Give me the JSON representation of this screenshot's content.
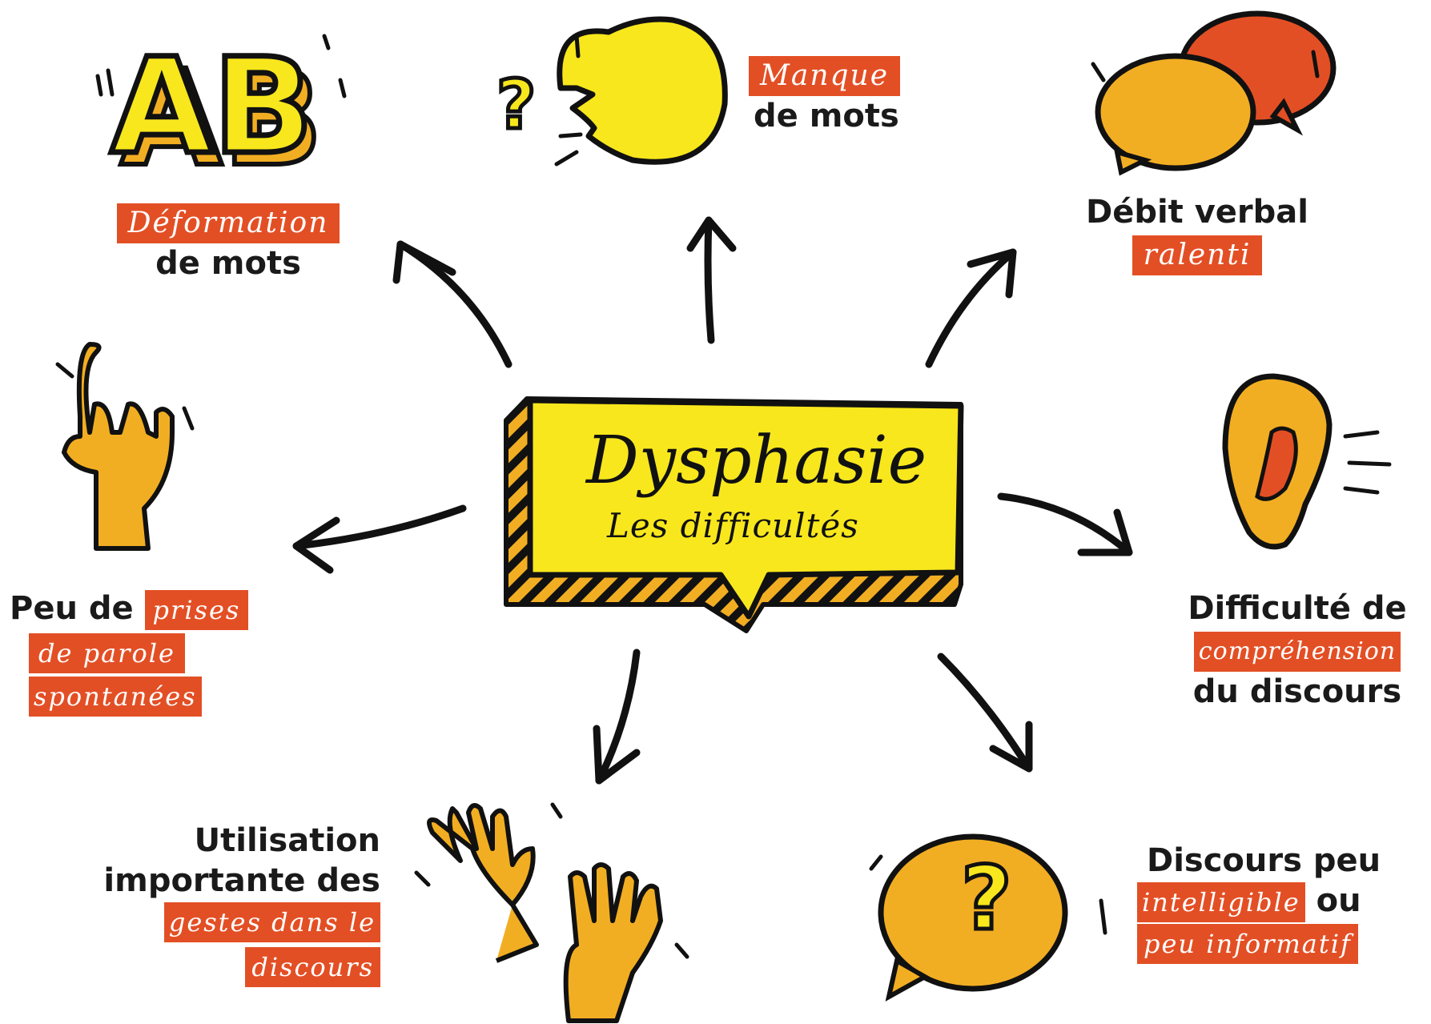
{
  "center": {
    "title": "Dysphasie",
    "subtitle": "Les difficultés"
  },
  "nodes": {
    "deformation": {
      "highlight": "Déformation",
      "text": "de mots"
    },
    "manque": {
      "highlight": "Manque",
      "text": "de mots"
    },
    "debit": {
      "text": "Débit verbal",
      "highlight": "ralenti"
    },
    "comprehension": {
      "text1": "Difficulté de",
      "highlight": "compréhension",
      "text2": "du discours"
    },
    "intelligible": {
      "text1": "Discours peu",
      "highlight1": "intelligible",
      "text2": "ou",
      "highlight2": "peu informatif"
    },
    "gestes": {
      "text1": "Utilisation",
      "text2": "importante des",
      "highlight1": "gestes dans le",
      "highlight2": "discours"
    },
    "prises": {
      "text1": "Peu de",
      "highlight1": "prises",
      "highlight2": "de parole",
      "highlight3": "spontanées"
    }
  },
  "icons": {
    "ab": {
      "letters": "AB"
    },
    "question_mark": "?"
  },
  "colors": {
    "yellow": "#f8e71c",
    "orange": "#f2ae22",
    "red_orange": "#e34f25",
    "ink": "#111111"
  }
}
